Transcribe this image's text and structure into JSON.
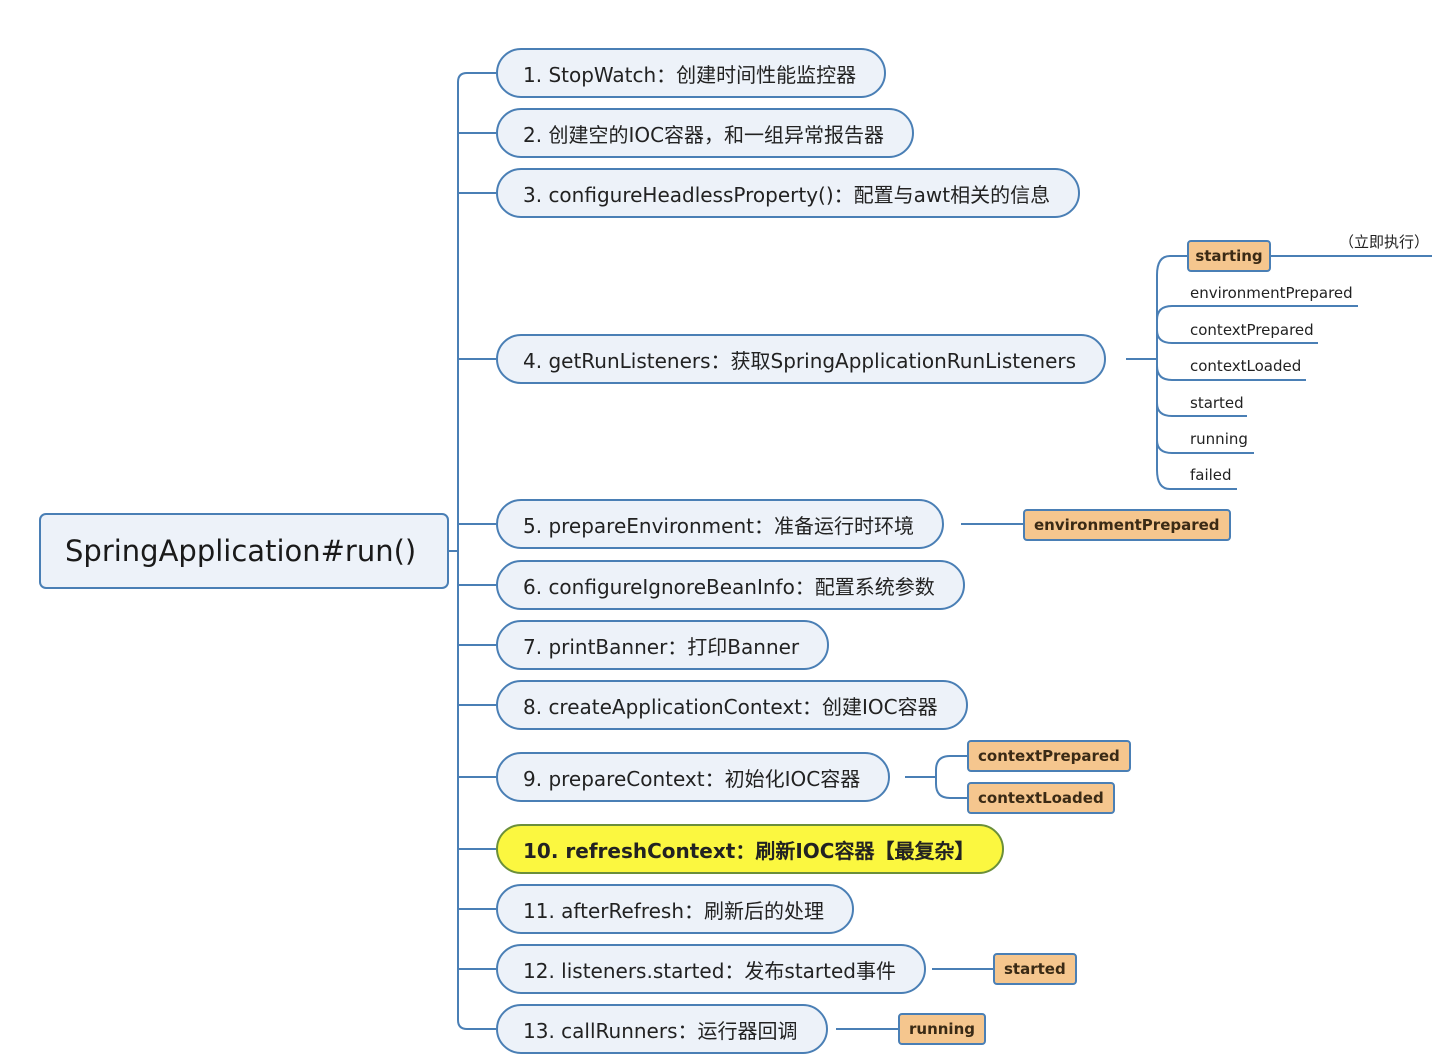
{
  "root": {
    "label": "SpringApplication#run()"
  },
  "steps": [
    {
      "label": "1. StopWatch：创建时间性能监控器"
    },
    {
      "label": "2. 创建空的IOC容器，和一组异常报告器"
    },
    {
      "label": "3. configureHeadlessProperty()：配置与awt相关的信息"
    },
    {
      "label": "4. getRunListeners：获取SpringApplicationRunListeners"
    },
    {
      "label": "5. prepareEnvironment：准备运行时环境"
    },
    {
      "label": "6. configureIgnoreBeanInfo：配置系统参数"
    },
    {
      "label": "7. printBanner：打印Banner"
    },
    {
      "label": "8. createApplicationContext：创建IOC容器"
    },
    {
      "label": "9. prepareContext：初始化IOC容器"
    },
    {
      "label": "10. refreshContext：刷新IOC容器【最复杂】",
      "highlighted": true
    },
    {
      "label": "11. afterRefresh：刷新后的处理"
    },
    {
      "label": "12. listeners.started：发布started事件"
    },
    {
      "label": "13. callRunners：运行器回调"
    }
  ],
  "listeners": {
    "starting": "starting",
    "starting_note": "（立即执行）",
    "items": [
      "environmentPrepared",
      "contextPrepared",
      "contextLoaded",
      "started",
      "running",
      "failed"
    ]
  },
  "events": {
    "step5": "environmentPrepared",
    "step9": [
      "contextPrepared",
      "contextLoaded"
    ],
    "step12": "started",
    "step13": "running"
  },
  "colors": {
    "line": "#4a7fb5",
    "node_fill": "#edf2f9",
    "highlight_fill": "#fbf740",
    "tag_fill": "#f5c68e"
  }
}
